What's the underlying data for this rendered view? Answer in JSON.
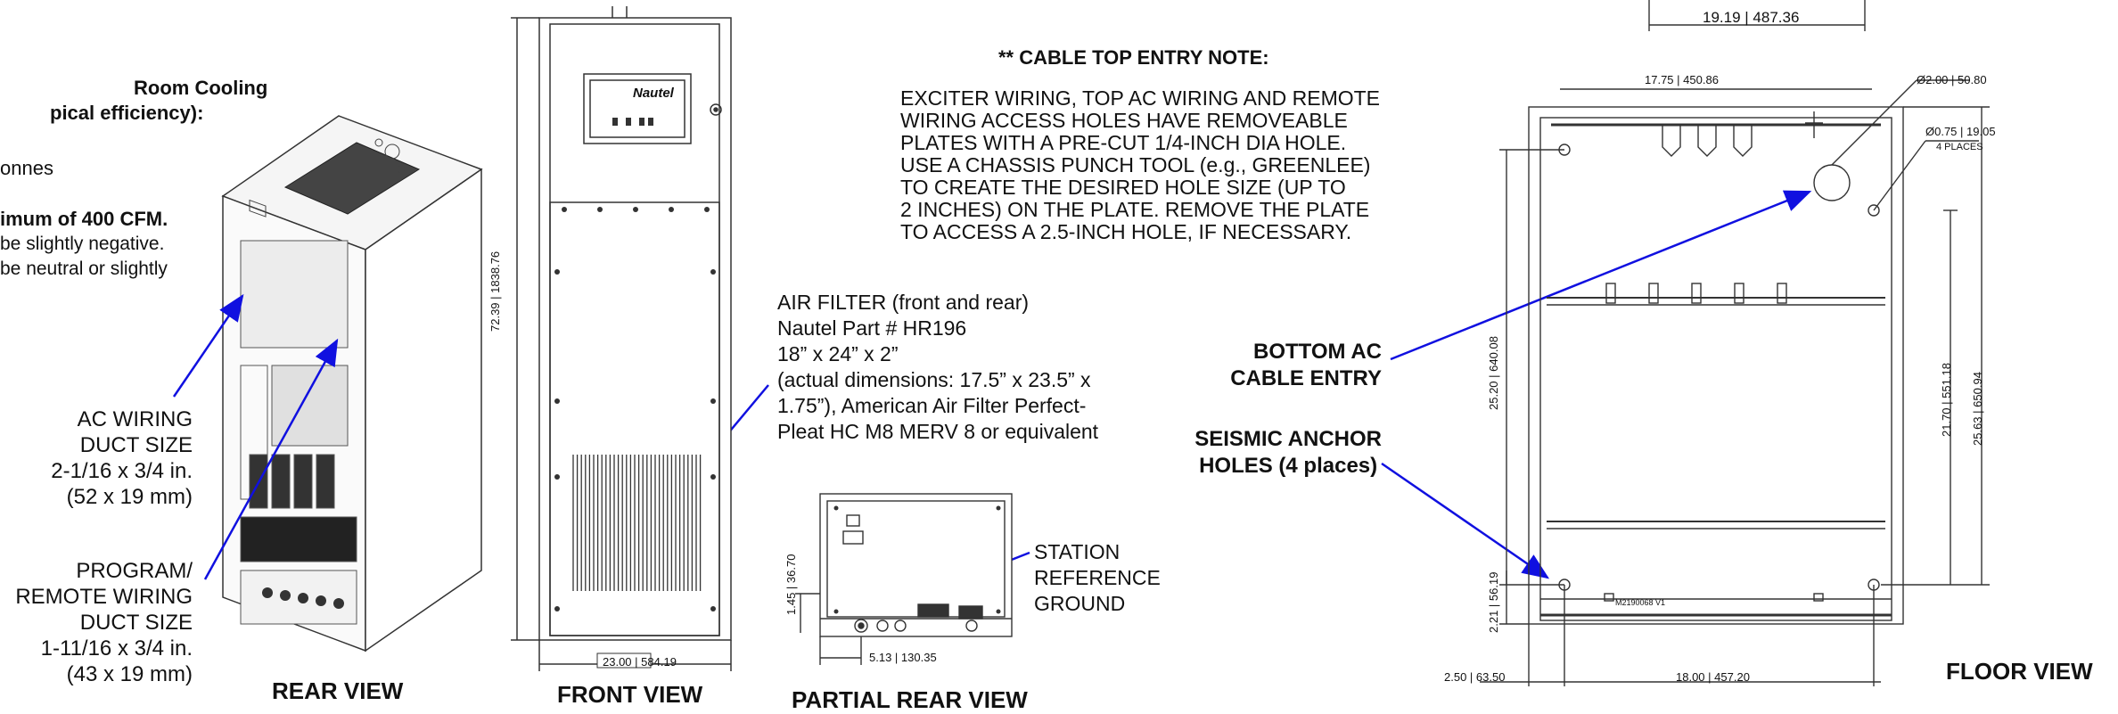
{
  "cooling": {
    "heading_line1": "Room Cooling",
    "heading_line2": "pical efficiency):",
    "line3": "onnes",
    "line4": "imum of 400 CFM.",
    "line5": "be slightly negative.",
    "line6": "be neutral or slightly"
  },
  "rear_view": {
    "title": "REAR VIEW",
    "ac_wiring": [
      "AC WIRING",
      "DUCT SIZE",
      "2-1/16 x 3/4 in.",
      "(52 x 19 mm)"
    ],
    "program_wiring": [
      "PROGRAM/",
      "REMOTE WIRING",
      "DUCT SIZE",
      "1-11/16 x 3/4 in.",
      "(43 x 19 mm)"
    ]
  },
  "front_view": {
    "title": "FRONT VIEW",
    "logo": "Nautel",
    "height_dim": "72.39",
    "height_dim_mm": "1838.76",
    "width_dim": "23.00",
    "width_dim_mm": "584.19"
  },
  "air_filter": {
    "lines": [
      "AIR FILTER (front and rear)",
      "Nautel Part # HR196",
      "18” x 24” x 2”",
      "(actual dimensions: 17.5” x 23.5” x",
      "1.75”), American Air Filter Perfect-",
      "Pleat HC M8 MERV 8 or equivalent"
    ]
  },
  "cable_note": {
    "heading": "** CABLE TOP ENTRY NOTE:",
    "lines": [
      "EXCITER WIRING, TOP AC WIRING AND REMOTE",
      "WIRING ACCESS HOLES HAVE REMOVEABLE",
      "PLATES WITH A PRE-CUT 1/4-INCH DIA HOLE.",
      "USE A CHASSIS PUNCH TOOL (e.g., GREENLEE)",
      "TO CREATE THE DESIRED HOLE SIZE (UP TO",
      "2 INCHES) ON THE PLATE. REMOVE THE PLATE",
      "TO ACCESS A 2.5-INCH HOLE, IF NECESSARY."
    ]
  },
  "partial_rear": {
    "title": "PARTIAL REAR VIEW",
    "station_ground": [
      "STATION",
      "REFERENCE",
      "GROUND"
    ],
    "dim_h": "1.45",
    "dim_h_mm": "36.70",
    "dim_w": "5.13",
    "dim_w_mm": "130.35"
  },
  "floor_view": {
    "title": "FLOOR VIEW",
    "bottom_ac": [
      "BOTTOM AC",
      "CABLE ENTRY"
    ],
    "seismic": [
      "SEISMIC ANCHOR",
      "HOLES (4 places)"
    ],
    "dims": {
      "top_outer": "19.19",
      "top_outer_mm": "487.36",
      "top_inner": "17.75",
      "top_inner_mm": "450.86",
      "hole_large": "Ø2.00",
      "hole_large_mm": "50.80",
      "hole_small": "Ø0.75",
      "hole_small_mm": "19.05",
      "places": "4 PLACES",
      "left_depth": "25.20",
      "left_depth_mm": "640.08",
      "right_a": "21.70",
      "right_a_mm": "551.18",
      "right_b": "25.63",
      "right_b_mm": "650.94",
      "bottom_left_h": "2.21",
      "bottom_left_h_mm": "56.19",
      "offset": "2.50",
      "offset_mm": "63.50",
      "span": "18.00",
      "span_mm": "457.20",
      "part_label": "M2190068 V1"
    }
  },
  "colors": {
    "arrow": "#1010e0",
    "line": "#333333"
  }
}
